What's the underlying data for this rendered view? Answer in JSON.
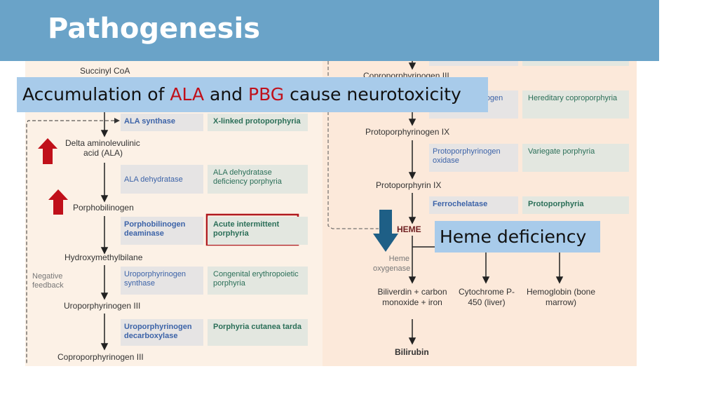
{
  "slide": {
    "title": "Pathogenesis",
    "colors": {
      "header": "#6aa3c8",
      "callout": "#a8cbea",
      "highlight_red": "#c0101a",
      "enzyme_text": "#3c63a8",
      "disease_text": "#2b6f58",
      "up_arrow": "#c0101a",
      "down_arrow": "#1e5f86"
    }
  },
  "callouts": {
    "neurotoxicity": {
      "part1": "Accumulation of ",
      "ala": "ALA",
      "part2": " and ",
      "pbg": "PBG",
      "part3": " cause neurotoxicity"
    },
    "heme_deficiency": "Heme deficiency"
  },
  "pathway": {
    "left_nodes": [
      "Succinyl CoA",
      "Delta aminolevulinic",
      "acid (ALA)",
      "Porphobilinogen",
      "Hydroxymethylbilane",
      "Uroporphyrinogen III",
      "Coproporphyrinogen III"
    ],
    "right_nodes": [
      "Coproporphyrinogen III",
      "Protoporphyrinogen IX",
      "Protoporphyrin IX",
      "HEME"
    ],
    "steps": [
      {
        "enzyme": "ALA synthase",
        "disease": "X-linked protoporphyria",
        "bold": true
      },
      {
        "enzyme": "ALA dehydratase",
        "disease": "ALA dehydratase deficiency porphyria",
        "bold": false
      },
      {
        "enzyme": "Porphobilinogen deaminase",
        "disease": "Acute intermittent porphyria",
        "bold": true,
        "highlighted": true
      },
      {
        "enzyme": "Uroporphyrinogen synthase",
        "disease": "Congenital erythropoietic porphyria",
        "bold": false
      },
      {
        "enzyme": "Uroporphyrinogen decarboxylase",
        "disease": "Porphyria cutanea tarda",
        "bold": true
      },
      {
        "enzyme": "Coproporphyrinogen oxidase",
        "disease": "Hereditary coproporphyria",
        "bold": false
      },
      {
        "enzyme": "Protoporphyrinogen oxidase",
        "disease": "Variegate porphyria",
        "bold": false
      },
      {
        "enzyme": "Ferrochelatase",
        "disease": "Protoporphyria",
        "bold": true
      }
    ],
    "negative_feedback": "Negative feedback",
    "heme_oxygenase": "Heme oxygenase",
    "products": {
      "biliverdin": "Biliverdin + carbon monoxide + iron",
      "cytochrome": "Cytochrome P-450 (liver)",
      "hemoglobin": "Hemoglobin (bone marrow)",
      "bilirubin": "Bilirubin"
    }
  }
}
